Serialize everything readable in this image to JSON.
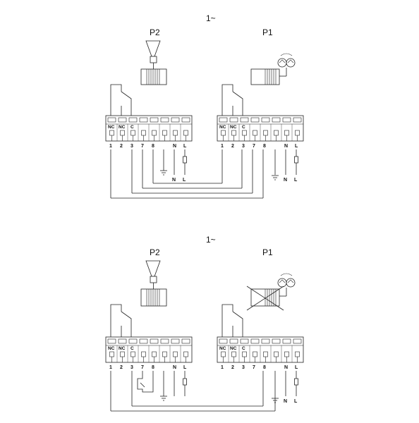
{
  "diagrams": [
    {
      "phase_label": "1~",
      "pump_labels": [
        "P2",
        "P1"
      ],
      "nc_label": "NC",
      "c_label": "C",
      "left_terminals": [
        "1",
        "2",
        "3",
        "7",
        "8",
        "",
        "N",
        "L"
      ],
      "right_terminals": [
        "1",
        "2",
        "3",
        "7",
        "8",
        "",
        "N",
        "L"
      ],
      "right_supply_labels": [
        "N",
        "L"
      ],
      "left_supply_labels": [
        "N",
        "L"
      ],
      "p1_disabled": false,
      "switch_on_7_8": false
    },
    {
      "phase_label": "1~",
      "pump_labels": [
        "P2",
        "P1"
      ],
      "nc_label": "NC",
      "c_label": "C",
      "left_terminals": [
        "1",
        "2",
        "3",
        "7",
        "8",
        "",
        "N",
        "L"
      ],
      "right_terminals": [
        "1",
        "2",
        "3",
        "7",
        "8",
        "",
        "N",
        "L"
      ],
      "right_supply_labels": [
        "N",
        "L"
      ],
      "left_supply_labels": [
        "",
        ""
      ],
      "p1_disabled": true,
      "switch_on_7_8": true
    }
  ]
}
